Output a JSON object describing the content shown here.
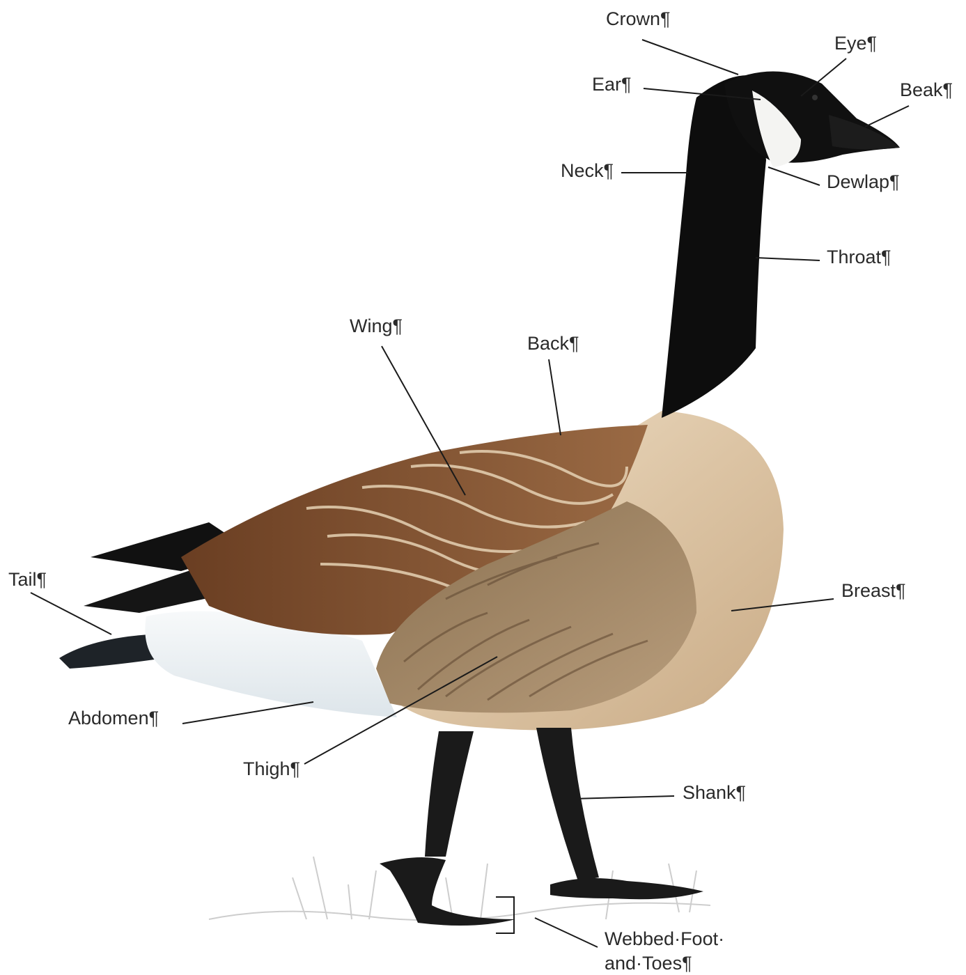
{
  "diagram": {
    "labels": {
      "crown": "Crown¶",
      "eye": "Eye¶",
      "ear": "Ear¶",
      "beak": "Beak¶",
      "neck": "Neck¶",
      "dewlap": "Dewlap¶",
      "throat": "Throat¶",
      "wing": "Wing¶",
      "back": "Back¶",
      "tail": "Tail¶",
      "breast": "Breast¶",
      "abdomen": "Abdomen¶",
      "thigh": "Thigh¶",
      "shank": "Shank¶",
      "webbed_foot_line1": "Webbed·Foot·",
      "webbed_foot_line2": "and·Toes¶"
    },
    "colors": {
      "head_neck": "#0d0d0d",
      "cheek_patch": "#f4f4f2",
      "breast": "#d9bf9f",
      "wing": "#7a4a2a",
      "flank": "#a48a6a",
      "abdomen": "#eef2f4",
      "leg": "#1a1a1a",
      "leader_line": "#1a1a1a"
    }
  }
}
